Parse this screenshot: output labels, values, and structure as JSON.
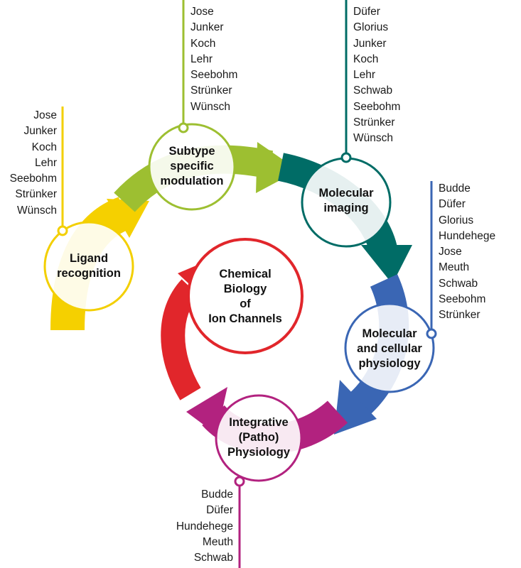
{
  "center": {
    "label": "Chemical Biology of Ion Channels",
    "lines": [
      "Chemical",
      "Biology",
      "of",
      "Ion Channels"
    ],
    "color": "#e1262b"
  },
  "stages": [
    {
      "id": "ligand",
      "lines": [
        "Ligand",
        "recognition"
      ],
      "color": "#f3cf00",
      "members": [
        "Jose",
        "Junker",
        "Koch",
        "Lehr",
        "Seebohm",
        "Strünker",
        "Wünsch"
      ]
    },
    {
      "id": "subtype",
      "lines": [
        "Subtype",
        "specific",
        "modulation"
      ],
      "color": "#9dbf31",
      "members": [
        "Jose",
        "Junker",
        "Koch",
        "Lehr",
        "Seebohm",
        "Strünker",
        "Wünsch"
      ]
    },
    {
      "id": "imaging",
      "lines": [
        "Molecular",
        "imaging"
      ],
      "color": "#006c66",
      "members": [
        "Düfer",
        "Glorius",
        "Junker",
        "Koch",
        "Lehr",
        "Schwab",
        "Seebohm",
        "Strünker",
        "Wünsch"
      ]
    },
    {
      "id": "physiology",
      "lines": [
        "Molecular",
        "and cellular",
        "physiology"
      ],
      "color": "#3a66b4",
      "members": [
        "Budde",
        "Düfer",
        "Glorius",
        "Hundehege",
        "Jose",
        "Meuth",
        "Schwab",
        "Seebohm",
        "Strünker"
      ]
    },
    {
      "id": "integrative",
      "lines": [
        "Integrative",
        "(Patho)",
        "Physiology"
      ],
      "color": "#b2227f",
      "members": [
        "Budde",
        "Düfer",
        "Hundehege",
        "Meuth",
        "Schwab"
      ]
    }
  ]
}
